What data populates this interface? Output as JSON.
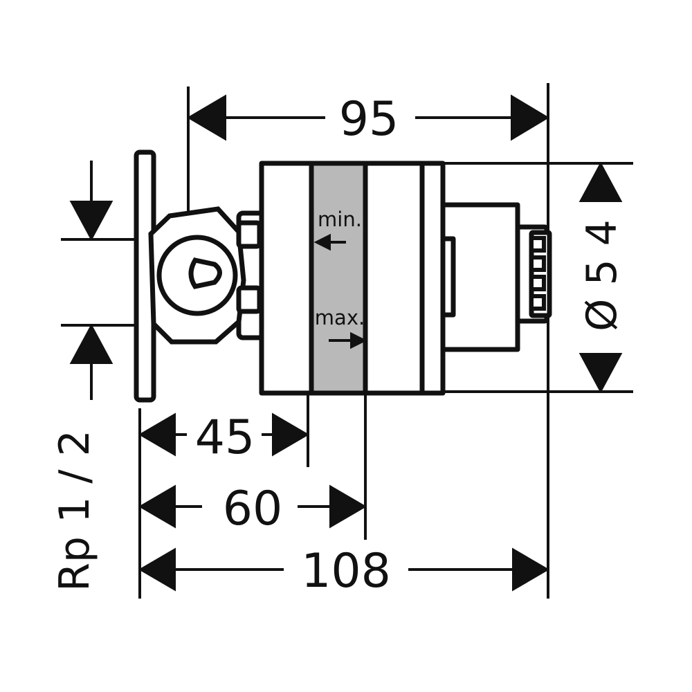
{
  "drawing": {
    "dimensions": {
      "total_width": "95",
      "diameter": "Ø 5 4",
      "depth_45": "45",
      "depth_60": "60",
      "overall_108": "108",
      "thread": "Rp 1 / 2"
    },
    "labels": {
      "min": "min.",
      "max": "max."
    },
    "colors": {
      "line": "#111111",
      "fill": "#ffffff",
      "gauge": "#b9b9b9"
    }
  }
}
